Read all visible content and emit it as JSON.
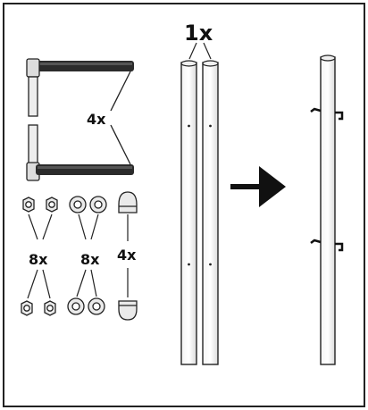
{
  "labels": {
    "posts_count": "1x",
    "hinges_count": "4x",
    "nuts_count": "8x",
    "washers_count": "8x",
    "caps_count": "4x"
  },
  "colors": {
    "outline": "#222222",
    "hinge_bar": "#2b2b2b",
    "part_fill": "#e9e9e9",
    "background": "#ffffff"
  },
  "icons": {
    "arrow": "arrow-right-icon",
    "hinge": "hinge-strap-icon",
    "nut": "hex-nut-icon",
    "washer": "washer-icon",
    "cap": "dome-cap-icon",
    "post": "post-icon"
  }
}
